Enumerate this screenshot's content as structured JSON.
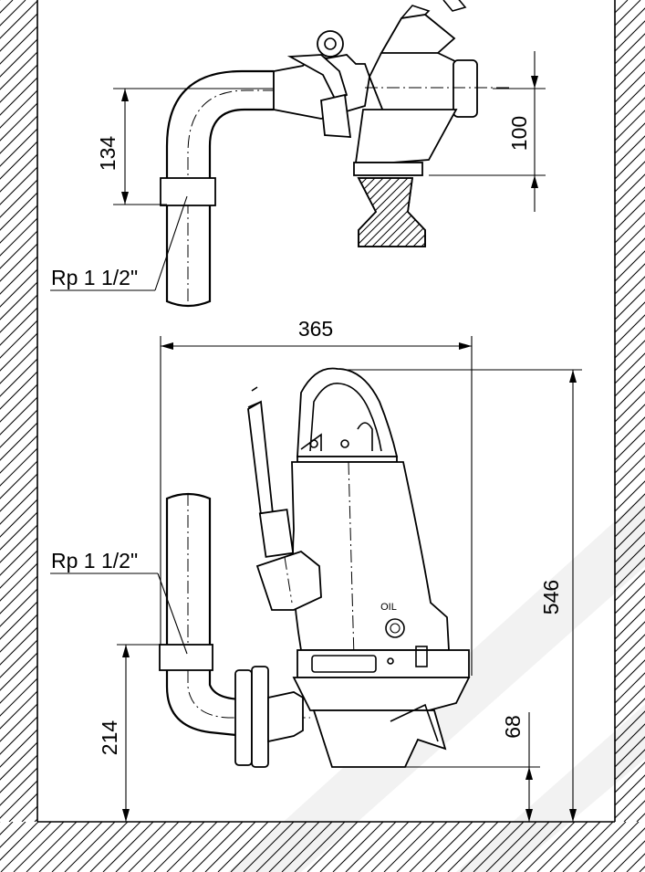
{
  "labels": {
    "upper_height": "134",
    "upper_rail": "100",
    "upper_thread": "Rp 1 1/2\"",
    "width": "365",
    "total_height": "546",
    "outlet_height": "214",
    "bottom_clearance": "68",
    "lower_thread": "Rp 1 1/2\"",
    "oil_mark": "OIL"
  },
  "watermark_color": "#f2f2f2"
}
